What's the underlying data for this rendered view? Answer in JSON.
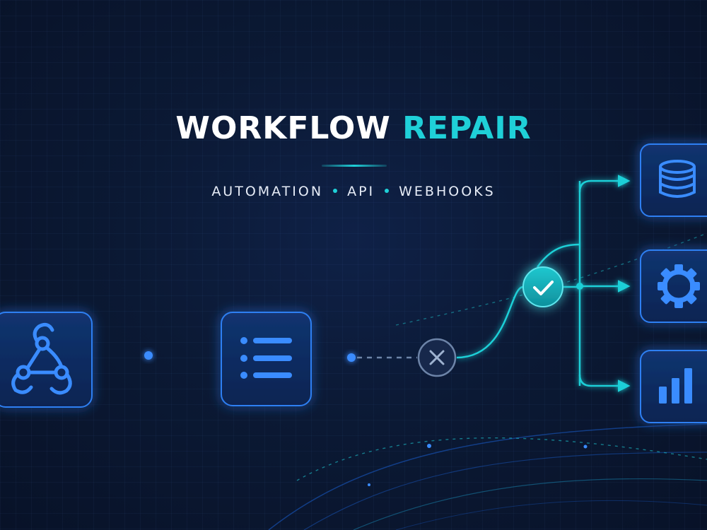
{
  "title": {
    "part1": "WORKFLOW",
    "part2": "REPAIR"
  },
  "tags": [
    "AUTOMATION",
    "API",
    "WEBHOOKS"
  ],
  "nodes": {
    "webhook": {
      "icon": "webhook-icon"
    },
    "list": {
      "icon": "list-icon"
    },
    "error": {
      "icon": "x-circle-icon",
      "status": "broken"
    },
    "validate": {
      "icon": "check-circle-icon",
      "status": "ok"
    },
    "outputs": [
      {
        "icon": "database-icon"
      },
      {
        "icon": "gear-icon"
      },
      {
        "icon": "bar-chart-icon"
      }
    ]
  },
  "colors": {
    "background": "#0a1630",
    "accent": "#1fd0d8",
    "blue": "#2a7bf0",
    "node_fill": "#0f2a5c",
    "text": "#ffffff"
  }
}
